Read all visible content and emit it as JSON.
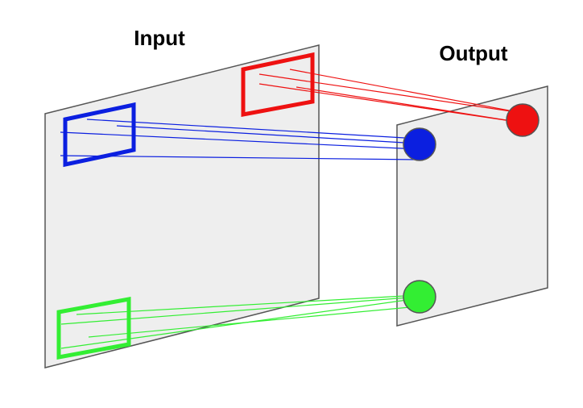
{
  "labels": {
    "input": "Input",
    "output": "Output"
  },
  "colors": {
    "red": "#ee1111",
    "blue": "#0b1fe0",
    "green": "#33ee33",
    "plane_fill": "#eeeeee",
    "plane_stroke": "#555555"
  },
  "filters": [
    {
      "name": "red",
      "output_node": "red"
    },
    {
      "name": "blue",
      "output_node": "blue"
    },
    {
      "name": "green",
      "output_node": "green"
    }
  ]
}
